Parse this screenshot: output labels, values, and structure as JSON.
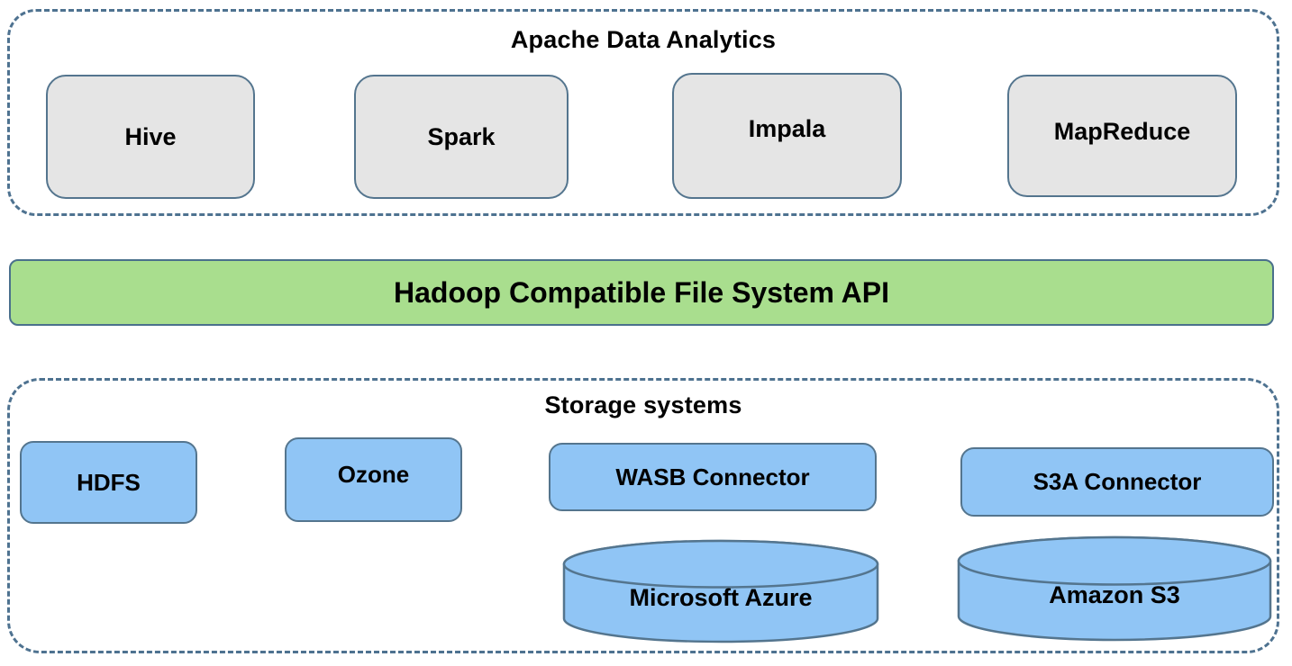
{
  "analytics": {
    "title": "Apache Data Analytics",
    "items": [
      {
        "label": "Hive"
      },
      {
        "label": "Spark"
      },
      {
        "label": "Impala"
      },
      {
        "label": "MapReduce"
      }
    ]
  },
  "api_bar": {
    "label": "Hadoop Compatible File System API"
  },
  "storage": {
    "title": "Storage systems",
    "connectors": [
      {
        "label": "HDFS"
      },
      {
        "label": "Ozone"
      },
      {
        "label": "WASB Connector"
      },
      {
        "label": "S3A Connector"
      }
    ],
    "stores": [
      {
        "label": "Microsoft Azure"
      },
      {
        "label": "Amazon S3"
      }
    ]
  },
  "colors": {
    "background": "#ffffff",
    "text": "#000000",
    "dashed_border": "#4e7290",
    "node_border": "#54758e",
    "analytics_node_fill": "#e5e5e5",
    "api_bar_fill": "#a9de8e",
    "api_bar_border": "#4a708c",
    "storage_node_fill": "#90c5f5"
  }
}
